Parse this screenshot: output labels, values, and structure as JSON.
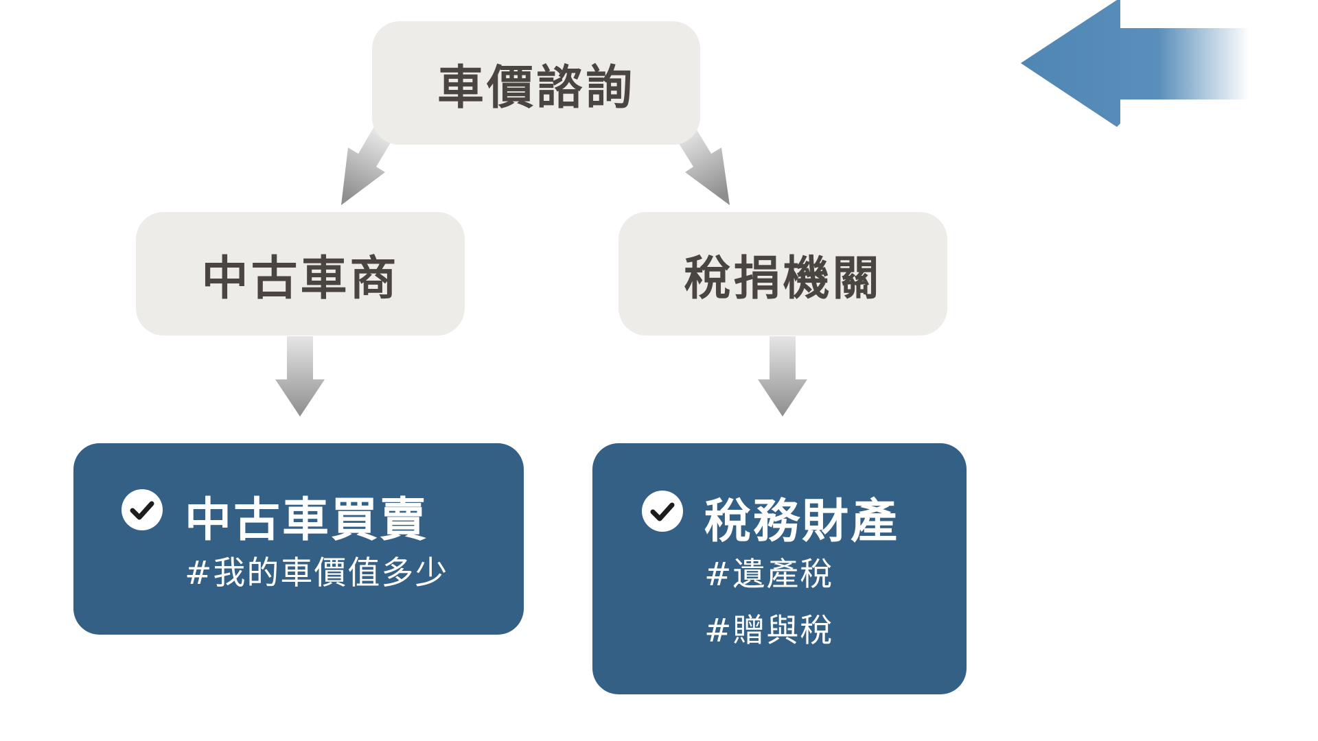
{
  "diagram": {
    "root": {
      "label": "車價諮詢"
    },
    "branches": [
      {
        "label": "中古車商",
        "result": {
          "title": "中古車買賣",
          "tags": [
            "#我的車價值多少"
          ]
        }
      },
      {
        "label": "稅捐機關",
        "result": {
          "title": "稅務財產",
          "tags": [
            "#遺產稅",
            "#贈與稅"
          ]
        }
      }
    ]
  },
  "icons": {
    "check": "check-circle-icon",
    "connector": "arrow-down-icon",
    "pointer": "arrow-left-icon"
  },
  "colors": {
    "light_box": "#edece9",
    "light_text": "#4a4540",
    "dark_box": "#356085",
    "arrow_gray": "#9a9a9a",
    "pointer_blue": "#4f86b3"
  }
}
